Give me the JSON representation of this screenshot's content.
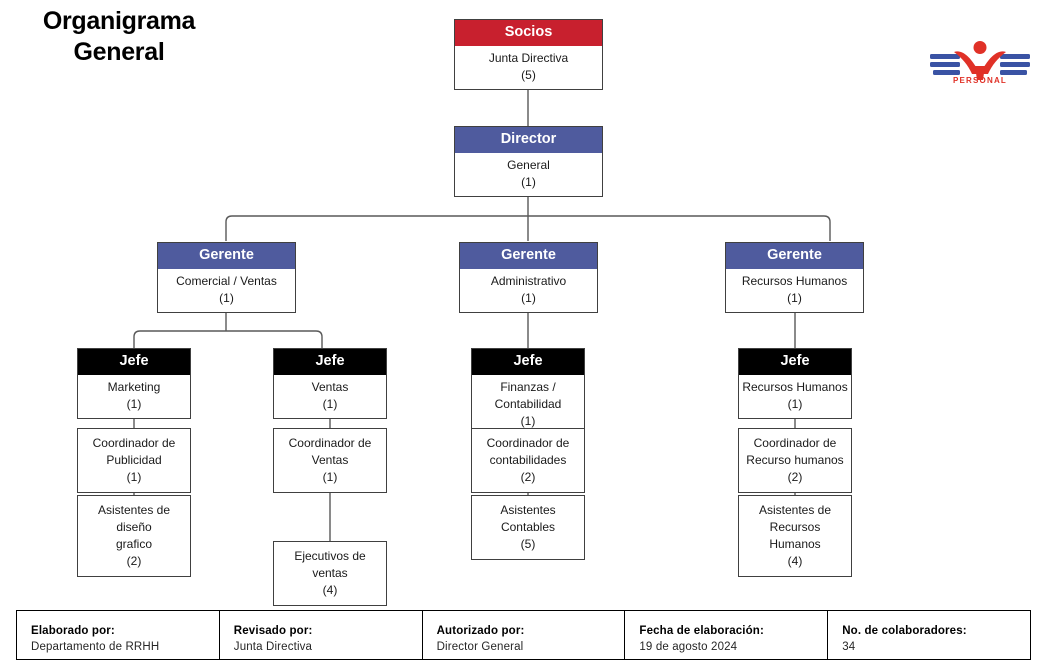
{
  "title": {
    "line1": "Organigrama",
    "line2": "General"
  },
  "logo": {
    "wordmark": "PERSONAL",
    "mark_color": "#e03127",
    "bar_color": "#3a53a4"
  },
  "colors": {
    "socios_header": "#c8202e",
    "director_header": "#4f5b9e",
    "gerente_header": "#4f5b9e",
    "jefe_header": "#000000",
    "box_border": "#404040",
    "connector": "#595959"
  },
  "nodes": {
    "socios": {
      "header": "Socios",
      "body": "Junta Directiva\n(5)",
      "role": "Junta Directiva",
      "count": "(5)"
    },
    "director": {
      "header": "Director",
      "body": "General\n(1)",
      "role": "General",
      "count": "(1)"
    },
    "gerente_comercial": {
      "header": "Gerente",
      "body": "Comercial / Ventas\n(1)",
      "role": "Comercial / Ventas",
      "count": "(1)"
    },
    "gerente_administrativo": {
      "header": "Gerente",
      "body": "Administrativo\n(1)",
      "role": "Administrativo",
      "count": "(1)"
    },
    "gerente_rrhh": {
      "header": "Gerente",
      "body": "Recursos Humanos\n(1)",
      "role": "Recursos Humanos",
      "count": "(1)"
    },
    "jefe_marketing": {
      "header": "Jefe",
      "body": "Marketing\n(1)",
      "role": "Marketing",
      "count": "(1)"
    },
    "jefe_ventas": {
      "header": "Jefe",
      "body": "Ventas\n(1)",
      "role": "Ventas",
      "count": "(1)"
    },
    "jefe_finanzas": {
      "header": "Jefe",
      "body": "Finanzas / Contabilidad\n(1)",
      "role": "Finanzas / Contabilidad",
      "count": "(1)"
    },
    "jefe_rrhh": {
      "header": "Jefe",
      "body": "Recursos Humanos\n(1)",
      "role": "Recursos Humanos",
      "count": "(1)"
    },
    "coord_publicidad": {
      "body": "Coordinador de\nPublicidad\n(1)",
      "role": "Coordinador de Publicidad",
      "count": "(1)"
    },
    "coord_ventas": {
      "body": "Coordinador de Ventas\n(1)",
      "role": "Coordinador de Ventas",
      "count": "(1)"
    },
    "coord_contabilidades": {
      "body": "Coordinador de\ncontabilidades\n(2)",
      "role": "Coordinador de contabilidades",
      "count": "(2)"
    },
    "coord_rrhh": {
      "body": "Coordinador de\nRecurso humanos\n(2)",
      "role": "Coordinador de Recurso humanos",
      "count": "(2)"
    },
    "asistentes_diseno": {
      "body": "Asistentes de diseño\ngrafico\n(2)",
      "role": "Asistentes de diseño grafico",
      "count": "(2)"
    },
    "ejecutivos_ventas": {
      "body": "Ejecutivos de ventas\n(4)",
      "role": "Ejecutivos de ventas",
      "count": "(4)"
    },
    "asistentes_contables": {
      "body": "Asistentes Contables\n(5)",
      "role": "Asistentes Contables",
      "count": "(5)"
    },
    "asistentes_rrhh": {
      "body": "Asistentes de Recursos\nHumanos\n(4)",
      "role": "Asistentes de Recursos Humanos",
      "count": "(4)"
    }
  },
  "footer": {
    "cells": [
      {
        "label": "Elaborado por:",
        "value": "Departamento de RRHH"
      },
      {
        "label": "Revisado por:",
        "value": "Junta Directiva"
      },
      {
        "label": "Autorizado por:",
        "value": "Director General"
      },
      {
        "label": "Fecha de elaboración:",
        "value": "19 de agosto 2024"
      },
      {
        "label": "No. de colaboradores:",
        "value": "34"
      }
    ]
  }
}
